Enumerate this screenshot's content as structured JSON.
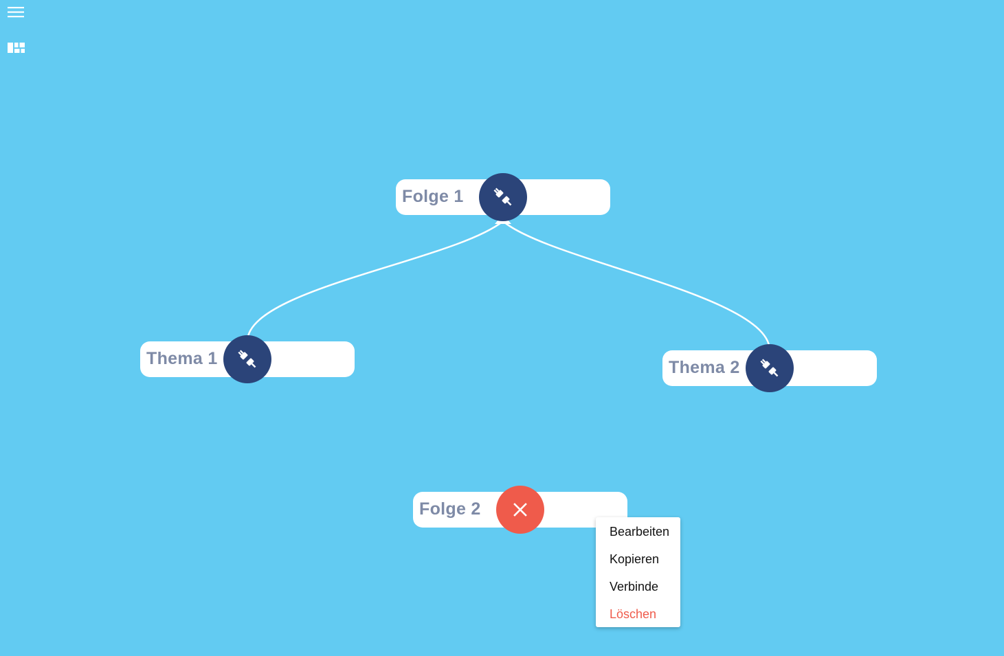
{
  "app": {
    "toolbar": {
      "menu_icon": "hamburger-menu-icon",
      "layout_icon": "dashboard-layout-icon"
    },
    "colors": {
      "background": "#62cbf2",
      "node_background": "#ffffff",
      "node_label": "#7e8aa6",
      "plug_badge": "#2b4479",
      "close_badge": "#ef5b4b",
      "edge": "#ffffff",
      "danger": "#ef5b4b"
    }
  },
  "nodes": [
    {
      "id": "folge-1",
      "label": "Folge 1",
      "badge_icon": "plug-disconnect-icon"
    },
    {
      "id": "thema-1",
      "label": "Thema 1",
      "badge_icon": "plug-disconnect-icon"
    },
    {
      "id": "thema-2",
      "label": "Thema 2",
      "badge_icon": "plug-disconnect-icon"
    },
    {
      "id": "folge-2",
      "label": "Folge 2",
      "badge_icon": "close-icon"
    }
  ],
  "edges": [
    {
      "from": "Thema 1",
      "to": "Folge 1"
    },
    {
      "from": "Thema 2",
      "to": "Folge 1"
    }
  ],
  "context_menu": {
    "items": [
      {
        "label": "Bearbeiten"
      },
      {
        "label": "Kopieren"
      },
      {
        "label": "Verbinde"
      },
      {
        "label": "Löschen"
      }
    ]
  }
}
